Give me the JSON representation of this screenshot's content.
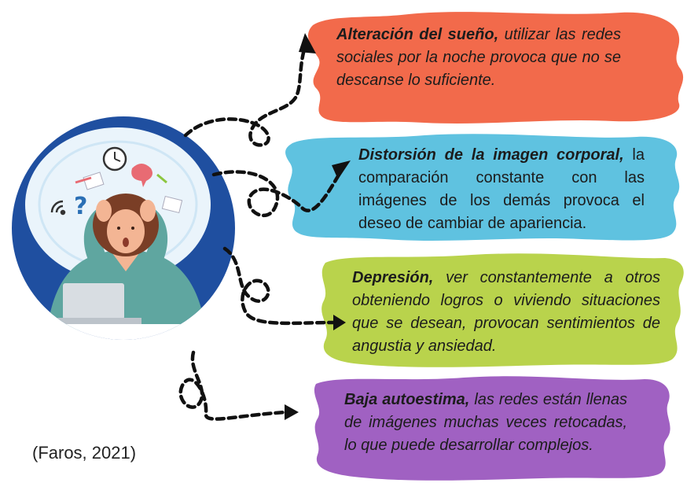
{
  "boxes": [
    {
      "title": "Alteración del sueño,",
      "body": " utilizar las redes sociales por la noche provoca que no se descanse lo suficiente.",
      "color": "#f26a4b"
    },
    {
      "title": "Distorsión de la imagen corporal,",
      "body": " la comparación constante con las imágenes de los demás provoca el deseo de cambiar de apariencia.",
      "color": "#5fc2e0"
    },
    {
      "title": "Depresión,",
      "body": " ver constantemente a otros obteniendo logros o viviendo situaciones que se desean,  provocan sentimientos de angustia y ansiedad.",
      "color": "#b9d34c"
    },
    {
      "title": "Baja autoestima,",
      "body": " las redes están llenas de imágenes muchas veces retocadas,  lo que puede desarrollar complejos.",
      "color": "#a061c2"
    }
  ],
  "citation": "(Faros, 2021)",
  "illustration": {
    "circle_color": "#1f4fa0",
    "icons": [
      "clock-icon",
      "wifi-icon",
      "question-mark-icon",
      "laptop-icon",
      "speech-bubble-icon"
    ]
  }
}
